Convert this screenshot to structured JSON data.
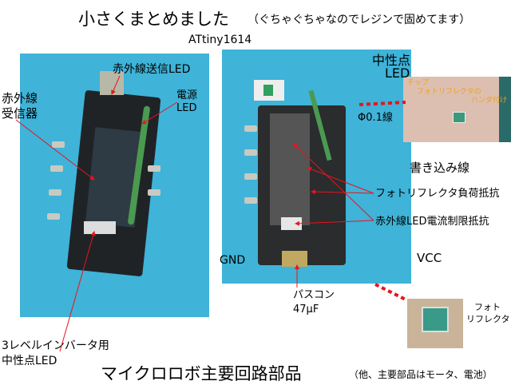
{
  "title": "小さくまとめました",
  "title_note": "（ぐちゃぐちゃなのでレジンで固めてます）",
  "mcu_label": "ATtiny1614",
  "left_photo": {
    "ir_tx_label": "赤外線送信LED",
    "power_led_label": [
      "電源",
      "LED"
    ],
    "ir_rx_label": [
      "赤外線",
      "受信器"
    ],
    "neutral_led_label": [
      "3レベルインバータ用",
      "中性点LED"
    ]
  },
  "right_photo": {
    "neutral_led_label": [
      "中性点",
      "LED"
    ],
    "wire_label": "Φ0.1線",
    "write_wire_label": "書き込み線",
    "photoreflector_resistor_label": "フォトリフレクタ負荷抵抗",
    "ir_led_resistor_label": "赤外線LED電流制限抵抗",
    "gnd_label": "GND",
    "vcc_label": "VCC",
    "bypass_cap_label": [
      "パスコン",
      "47μF"
    ]
  },
  "finger_inset_label": [
    "チップ",
    "フォトリフレクタの",
    "ハンダ付け"
  ],
  "photoreflector_inset_label": [
    "フォト",
    "リフレクタ"
  ],
  "footer": {
    "title": "マイクロロボ主要回路部品",
    "note": "（他、主要部品はモータ、電池）"
  },
  "colors": {
    "photo_bg": "#3fb3d8",
    "arrow": "#e8141e",
    "inset_label": "#f0a020"
  }
}
